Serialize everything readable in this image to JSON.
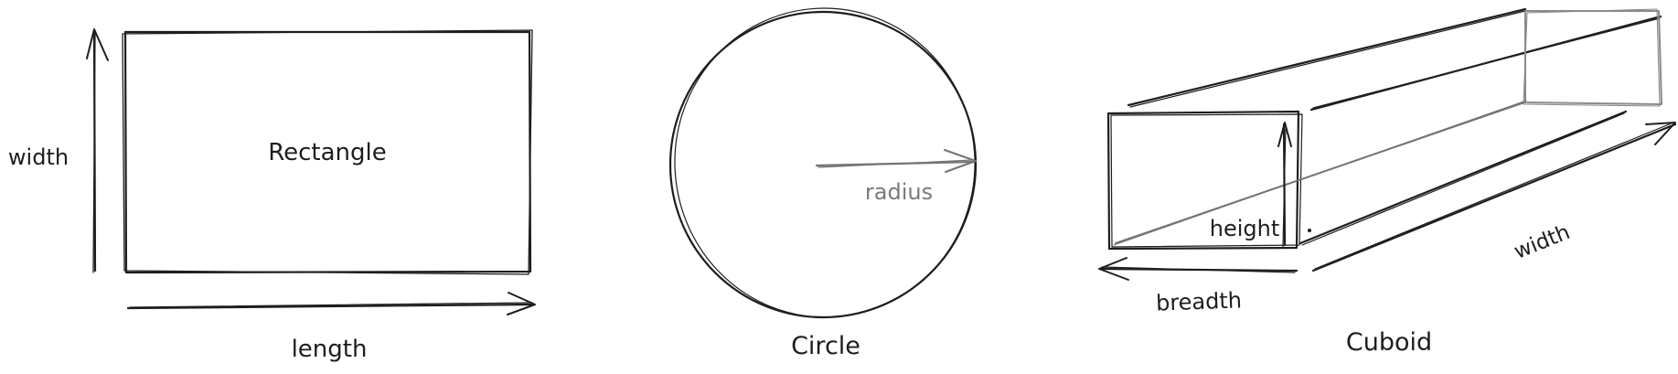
{
  "labels": {
    "rect_title": "Rectangle",
    "rect_width": "width",
    "rect_length": "length",
    "circle_title": "Circle",
    "circle_radius": "radius",
    "cuboid_title": "Cuboid",
    "cuboid_height": "height",
    "cuboid_breadth": "breadth",
    "cuboid_width": "width"
  },
  "colors": {
    "ink": "#1e1e1e",
    "grey": "#757575",
    "background": "#ffffff"
  }
}
